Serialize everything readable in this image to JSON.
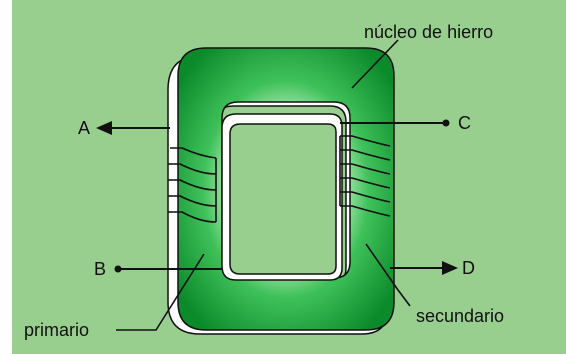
{
  "labels": {
    "core": "núcleo de hierro",
    "a": "A",
    "b": "B",
    "c": "C",
    "d": "D",
    "primary": "primario",
    "secondary": "secundario"
  },
  "colors": {
    "background": "#98cf8f",
    "core_dark": "#0b8a2a",
    "core_light": "#f6fff6",
    "ink": "#111111"
  }
}
